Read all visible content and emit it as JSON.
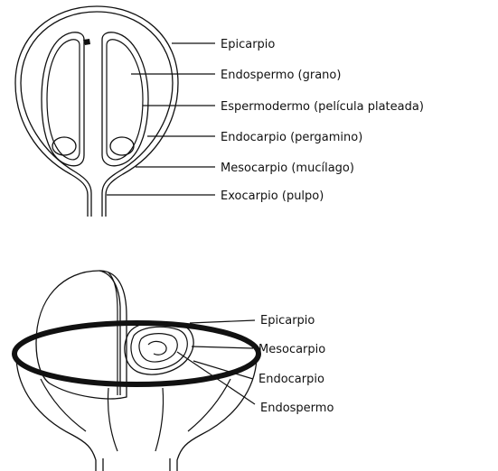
{
  "top_diagram": {
    "labels": [
      "Epicarpio",
      "Endospermo (grano)",
      "Espermodermo (película plateada)",
      "Endocarpio (pergamino)",
      "Mesocarpio (mucílago)",
      "Exocarpio (pulpo)"
    ]
  },
  "bottom_diagram": {
    "labels": [
      "Epicarpio",
      "Mesocarpio",
      "Endocarpio",
      "Endospermo"
    ]
  }
}
